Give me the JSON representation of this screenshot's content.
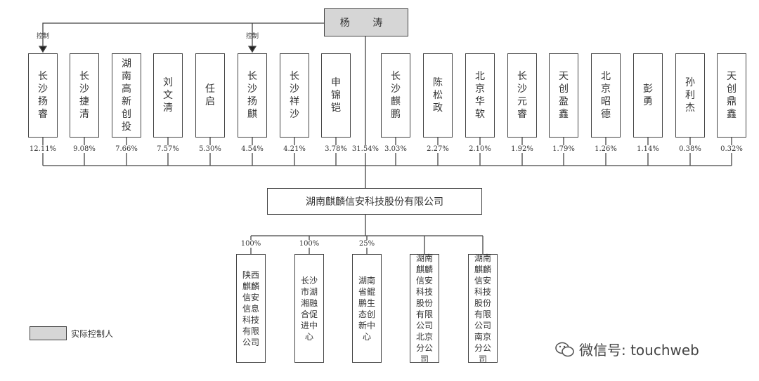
{
  "controller": "杨 涛",
  "control_label": "控制",
  "shareholders": [
    {
      "name": "长沙扬睿",
      "pct": "12.11%"
    },
    {
      "name": "长沙捷清",
      "pct": "9.08%"
    },
    {
      "name": "湖南高新创投",
      "pct": "7.66%"
    },
    {
      "name": "刘文清",
      "pct": "7.57%"
    },
    {
      "name": "任启",
      "pct": "5.30%"
    },
    {
      "name": "长沙扬麒",
      "pct": "4.54%"
    },
    {
      "name": "长沙祥沙",
      "pct": "4.21%"
    },
    {
      "name": "申锦铠",
      "pct": "3.78%"
    },
    {
      "name": "长沙麒鹏",
      "pct": "3.03%"
    },
    {
      "name": "陈松政",
      "pct": "2.27%"
    },
    {
      "name": "北京华软",
      "pct": "2.10%"
    },
    {
      "name": "长沙元睿",
      "pct": "1.92%"
    },
    {
      "name": "天创盈鑫",
      "pct": "1.79%"
    },
    {
      "name": "北京昭德",
      "pct": "1.26%"
    },
    {
      "name": "彭勇",
      "pct": "1.14%"
    },
    {
      "name": "孙利杰",
      "pct": "0.38%"
    },
    {
      "name": "天创鼎鑫",
      "pct": "0.32%"
    }
  ],
  "controller_pct": "31.54%",
  "company": "湖南麒麟信安科技股份有限公司",
  "subsidiaries": [
    {
      "name": "陕西麒麟信安信息科技有限公司",
      "pct": "100%"
    },
    {
      "name": "长沙市湖湘融合促进中心",
      "pct": "100%"
    },
    {
      "name": "湖南省鲲鹏生态创新中心",
      "pct": "25%"
    },
    {
      "name": "湖南麒麟信安科技股份有限公司北京分公司",
      "pct": ""
    },
    {
      "name": "湖南麒麟信安科技股份有限公司南京分公司",
      "pct": ""
    }
  ],
  "legend": "实际控制人",
  "watermark": "微信号: touchweb"
}
